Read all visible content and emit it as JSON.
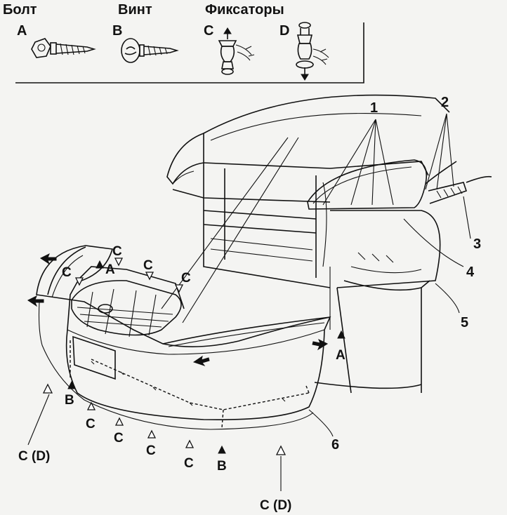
{
  "legend": {
    "bolt_title": "Болт",
    "screw_title": "Винт",
    "clips_title": "Фиксаторы",
    "letter_a": "A",
    "letter_b": "B",
    "letter_c": "C",
    "letter_d": "D"
  },
  "callouts": {
    "n1": "1",
    "n2": "2",
    "n3": "3",
    "n4": "4",
    "n5": "5",
    "n6": "6"
  },
  "fasteners": {
    "a": "A",
    "b": "B",
    "c": "C",
    "c_d": "C (D)"
  }
}
